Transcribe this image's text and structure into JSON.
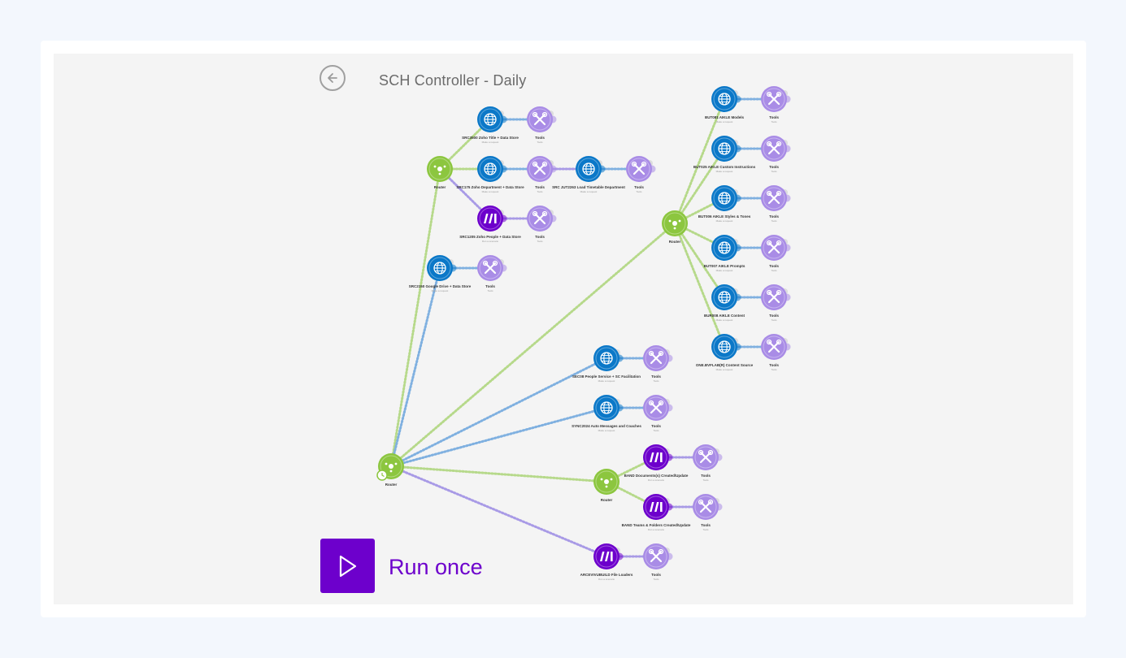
{
  "header": {
    "title": "SCH Controller - Daily",
    "back_icon": "arrow-left-icon"
  },
  "footer": {
    "run_label": "Run once",
    "run_icon": "play-icon"
  },
  "colors": {
    "router": "#8cc63f",
    "http": "#0b78c8",
    "tools": "#a98ce6",
    "make": "#6d00cc",
    "line_green": "#b6d98a",
    "line_blue": "#7fb0e0",
    "line_purple": "#a89ae6",
    "accent": "#6d00cc"
  },
  "modules": [
    {
      "id": "router_main",
      "kind": "router",
      "label": "Router",
      "sub": ""
    },
    {
      "id": "router_top",
      "kind": "router",
      "label": "Router",
      "sub": ""
    },
    {
      "id": "router_right",
      "kind": "router",
      "label": "Router",
      "sub": ""
    },
    {
      "id": "router_bottom",
      "kind": "router",
      "label": "Router",
      "sub": ""
    },
    {
      "id": "h1",
      "kind": "http",
      "label": "SRC3500 Zoho Title + Data Store",
      "sub": "Make a request"
    },
    {
      "id": "t1",
      "kind": "tools",
      "label": "Tools",
      "sub": "Tools"
    },
    {
      "id": "h2",
      "kind": "http",
      "label": "SRC175 Zoho Department + Data Store",
      "sub": "Make a request"
    },
    {
      "id": "t2",
      "kind": "tools",
      "label": "Tools",
      "sub": "Tools"
    },
    {
      "id": "h3",
      "kind": "http",
      "label": "SRC JUT2263 Load Timetable Department",
      "sub": "Make a request"
    },
    {
      "id": "t3",
      "kind": "tools",
      "label": "Tools",
      "sub": "Tools"
    },
    {
      "id": "m1",
      "kind": "make",
      "label": "SRC1205 Zoho People + Data Store",
      "sub": "Run a scenario"
    },
    {
      "id": "t4",
      "kind": "tools",
      "label": "Tools",
      "sub": "Tools"
    },
    {
      "id": "h4",
      "kind": "http",
      "label": "SRC2150 Google Drive + Data Store",
      "sub": "Make a request"
    },
    {
      "id": "t5",
      "kind": "tools",
      "label": "Tools",
      "sub": "Tools"
    },
    {
      "id": "h5",
      "kind": "http",
      "label": "BUT081 AIKLE Models",
      "sub": "Make a request"
    },
    {
      "id": "t6",
      "kind": "tools",
      "label": "Tools",
      "sub": "Tools"
    },
    {
      "id": "h6",
      "kind": "http",
      "label": "BUT025 AIKLE Custom Instructions",
      "sub": "Make a request"
    },
    {
      "id": "t7",
      "kind": "tools",
      "label": "Tools",
      "sub": "Tools"
    },
    {
      "id": "h7",
      "kind": "http",
      "label": "BUT006 AIKLE Styles & Tones",
      "sub": "Make a request"
    },
    {
      "id": "t8",
      "kind": "tools",
      "label": "Tools",
      "sub": "Tools"
    },
    {
      "id": "h8",
      "kind": "http",
      "label": "BUT007 AIKLE Prompts",
      "sub": "Make a request"
    },
    {
      "id": "t9",
      "kind": "tools",
      "label": "Tools",
      "sub": "Tools"
    },
    {
      "id": "h9",
      "kind": "http",
      "label": "BUR008 AIKLE Content",
      "sub": "Make a request"
    },
    {
      "id": "t10",
      "kind": "tools",
      "label": "Tools",
      "sub": "Tools"
    },
    {
      "id": "h10",
      "kind": "http",
      "label": "ONE.BVFLAB(R) Content Source",
      "sub": "Make a request"
    },
    {
      "id": "t11",
      "kind": "tools",
      "label": "Tools",
      "sub": "Tools"
    },
    {
      "id": "h11",
      "kind": "http",
      "label": "SEC08 People Service + SC Facilitation",
      "sub": "Make a request"
    },
    {
      "id": "t12",
      "kind": "tools",
      "label": "Tools",
      "sub": "Tools"
    },
    {
      "id": "h12",
      "kind": "http",
      "label": "SYNC2024 Auto Messages and Coaches",
      "sub": "Make a request"
    },
    {
      "id": "t13",
      "kind": "tools",
      "label": "Tools",
      "sub": "Tools"
    },
    {
      "id": "m2",
      "kind": "make",
      "label": "BAND Documents(s) Created/Update",
      "sub": "Run a scenario"
    },
    {
      "id": "t14",
      "kind": "tools",
      "label": "Tools",
      "sub": "Tools"
    },
    {
      "id": "m3",
      "kind": "make",
      "label": "BAND Teams & Folders Created/Update",
      "sub": "Run a scenario"
    },
    {
      "id": "t15",
      "kind": "tools",
      "label": "Tools",
      "sub": "Tools"
    },
    {
      "id": "m4",
      "kind": "make",
      "label": "ARCEVIVUBUILD File Loaders",
      "sub": "Run a scenario"
    },
    {
      "id": "t16",
      "kind": "tools",
      "label": "Tools",
      "sub": "Tools"
    }
  ]
}
